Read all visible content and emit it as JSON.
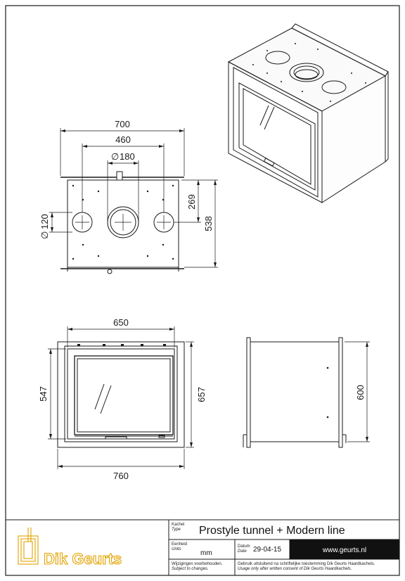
{
  "dimensions": {
    "top_width": "700",
    "top_flue_spacing": "460",
    "top_flue_dia": "180",
    "top_outlet_dia": "120",
    "top_depth_half": "269",
    "top_depth": "538",
    "front_inner_width": "650",
    "front_inner_height": "547",
    "front_outer_height": "657",
    "front_outer_width": "760",
    "side_height": "600"
  },
  "symbols": {
    "diameter": "∅"
  },
  "title_block": {
    "brand": "Dik Geurts",
    "kachel_label": "Kachel",
    "type_label": "Type",
    "product_title": "Prostyle tunnel + Modern line",
    "eenheid_label": "Eenheid",
    "units_label": "Units",
    "units_value": "mm",
    "datum_label": "Datum",
    "date_label": "Date",
    "date_value": "29-04-15",
    "website": "www.geurts.nl",
    "changes_nl": "Wijzigingen voorbehouden.",
    "changes_en": "Subject to changes.",
    "usage_nl": "Gebruik uitsluitend na schriftelijke toestemming Dik Geurts Haardkachels.",
    "usage_en": "Usage only after written consent of Dik Geurts Haardkachels."
  },
  "colors": {
    "brand_yellow": "#e2a300",
    "line": "#1a1a1a",
    "website_bar": "#111111"
  }
}
